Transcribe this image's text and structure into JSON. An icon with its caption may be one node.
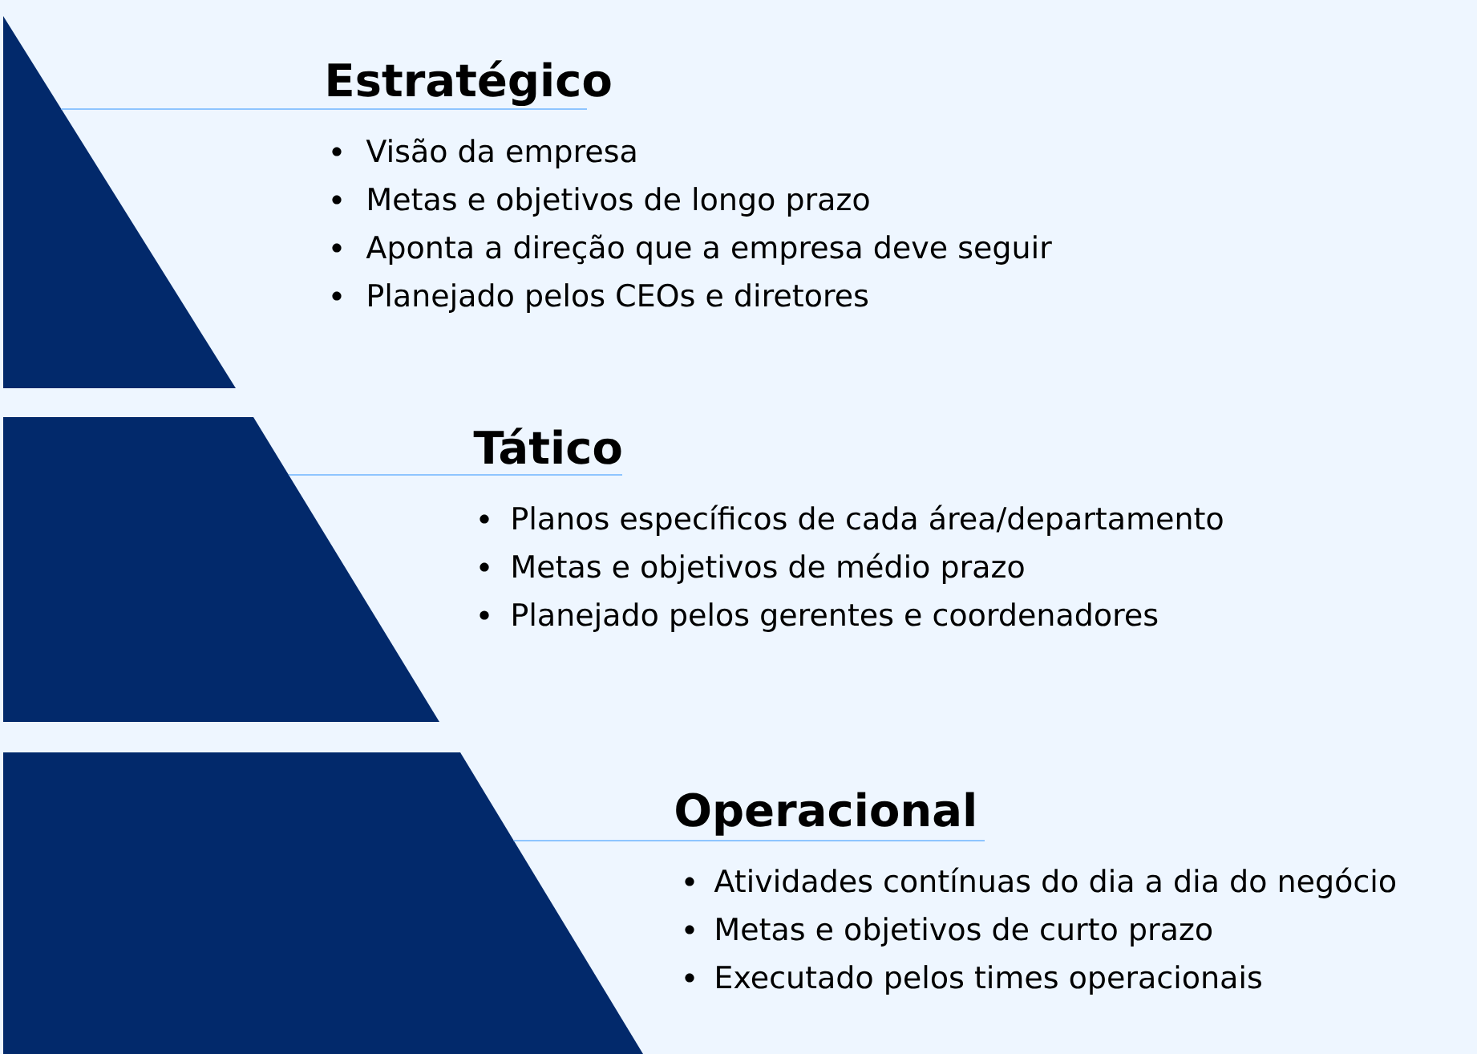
{
  "diagram": {
    "nodes": [
      {
        "text": [],
        "shape": "triangle"
      },
      {
        "text": [],
        "shape": "trapezoid"
      },
      {
        "text": [],
        "shape": "trapezoid"
      },
      {
        "text": [
          "Estratégico",
          "Visão da empresa",
          "Metas e objetivos de longo prazo",
          "Aponta a direção que a empresa deve seguir",
          "Planejado pelos CEOs e diretores"
        ]
      },
      {
        "text": [
          "Tático",
          "Planos específicos de cada área/departamento",
          "Metas e objetivos de médio prazo",
          "Planejado pelos gerentes e coordenadores"
        ]
      },
      {
        "text": [
          "Operacional",
          "Atividades contínuas do dia a dia do negócio",
          "Metas e objetivos de curto prazo",
          "Executado pelos times operacionais"
        ]
      }
    ],
    "edges": [
      {
        "from": 0,
        "to": 3,
        "arrow": "none"
      },
      {
        "from": 1,
        "to": 4,
        "arrow": "none"
      },
      {
        "from": 2,
        "to": 5,
        "arrow": "none"
      }
    ]
  }
}
